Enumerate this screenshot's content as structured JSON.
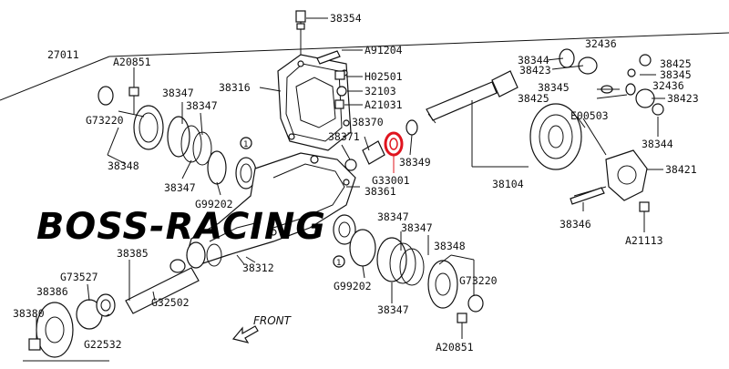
{
  "diagram": {
    "watermark": "BOSS-RACING",
    "front_label": "FRONT",
    "highlight_color": "#e0141e",
    "highlighted_part": "G33001",
    "labels": {
      "l38354": "38354",
      "l27011": "27011",
      "lA91204": "A91204",
      "lA20851a": "A20851",
      "lH02501": "H02501",
      "l38316": "38316",
      "l32103": "32103",
      "l38347a": "38347",
      "l38347b": "38347",
      "lA21031": "A21031",
      "lG73220a": "G73220",
      "l38370": "38370",
      "l38371": "38371",
      "l38349": "38349",
      "l38348a": "38348",
      "lG33001": "G33001",
      "l38361": "38361",
      "l38347c": "38347",
      "lG99202a": "G99202",
      "l38104": "38104",
      "l38344a": "38344",
      "l32436a": "32436",
      "l38425a": "38425",
      "l38423a": "38423",
      "l38345a": "38345",
      "l38345b": "38345",
      "l32436b": "32436",
      "l38425b": "38425",
      "l38423b": "38423",
      "lE00503": "E00503",
      "l38344b": "38344",
      "l38421": "38421",
      "l38346": "38346",
      "lA21113": "A21113",
      "l38347d": "38347",
      "l38347e": "38347",
      "l38348b": "38348",
      "l38385": "38385",
      "l38312": "38312",
      "lG73527": "G73527",
      "l38386": "38386",
      "lG32502": "G32502",
      "l38380": "38380",
      "lG22532": "G22532",
      "lG73220b": "G73220",
      "lG99202b": "G99202",
      "l38347f": "38347",
      "lA20851b": "A20851",
      "ref1a": "1",
      "ref1b": "1"
    }
  }
}
